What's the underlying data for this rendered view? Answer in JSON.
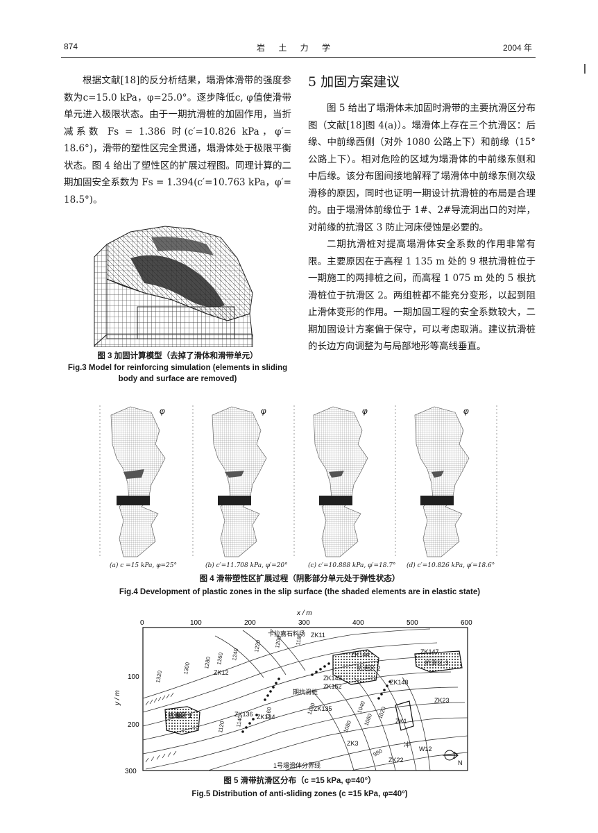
{
  "header": {
    "page_number": "874",
    "journal": "岩 土 力 学",
    "year": "2004 年"
  },
  "left_column": {
    "paragraph": "根据文献[18]的反分析结果，塌滑体滑带的强度参数为c=15.0 kPa，φ=25.0°。逐步降低c, φ值使滑带单元进入极限状态。由于一期抗滑桩的加固作用，当折减系数 Fs = 1.386 时(c′=10.826 kPa，φ′= 18.6°)，滑带的塑性区完全贯通，塌滑体处于极限平衡状态。图 4 给出了塑性区的扩展过程图。同理计算的二期加固安全系数为 Fs = 1.394(c′=10.763 kPa，φ′= 18.5°)。"
  },
  "figure3": {
    "caption_cn": "图 3   加固计算模型（去掉了滑体和滑带单元）",
    "caption_en": "Fig.3   Model for reinforcing simulation (elements in sliding body and surface are removed)"
  },
  "section5": {
    "heading": "5   加固方案建议",
    "paragraphs": [
      "图 5 给出了塌滑体未加固时滑带的主要抗滑区分布图（文献[18]图 4(a)）。塌滑体上存在三个抗滑区：后缘、中前缘西侧（对外 1080 公路上下）和前缘（15°公路上下）。相对危险的区域为塌滑体的中前缘东侧和中后缘。该分布图间接地解释了塌滑体中前缘东侧次级滑移的原因，同时也证明一期设计抗滑桩的布局是合理的。由于塌滑体前缘位于 1#、2#导流洞出口的对岸，对前缘的抗滑区 3 防止河床侵蚀是必要的。",
      "二期抗滑桩对提高塌滑体安全系数的作用非常有限。主要原因在于高程 1 135 m 处的 9 根抗滑桩位于一期施工的两排桩之间，而高程 1 075 m 处的 5 根抗滑桩位于抗滑区 2。两组桩都不能充分变形，以起到阻止滑体变形的作用。一期加固工程的安全系数较大，二期加固设计方案偏于保守，可以考虑取消。建议抗滑桩的长边方向调整为与局部地形等高线垂直。"
    ]
  },
  "figure4": {
    "panel_symbol": "φ",
    "subcaptions": [
      "(a) c =15 kPa, φ=25°",
      "(b)  c′=11.708 kPa, φ′=20°",
      "(c)  c′=10.888 kPa, φ′=18.7°",
      "(d)  c′=10.826 kPa, φ′=18.6°"
    ],
    "caption_cn": "图 4   滑带塑性区扩展过程（阴影部分单元处于弹性状态）",
    "caption_en": "Fig.4   Development of plastic zones in the slip surface (the shaded elements are in elastic state)"
  },
  "figure5": {
    "x_axis_label": "x / m",
    "y_axis_label": "y / m",
    "x_ticks": [
      "0",
      "100",
      "200",
      "300",
      "400",
      "500",
      "600"
    ],
    "y_ticks": [
      "100",
      "200",
      "300"
    ],
    "contour_labels": [
      "1320",
      "1300",
      "1280",
      "1260",
      "1240",
      "1220",
      "1200",
      "1180",
      "1160",
      "1140",
      "1120",
      "1100",
      "1080",
      "1060",
      "1040",
      "1020",
      "980"
    ],
    "annotations": [
      "卡拉嘉石料场",
      "ZK11",
      "ZK12",
      "ZK144",
      "抗滑区 2",
      "ZK142",
      "ZK147",
      "ZK152",
      "抗滑区 3",
      "ZK148",
      "期抗滑桩",
      "ZK135",
      "抗滑区 1",
      "ZK136",
      "ZK134",
      "ZK23",
      "ZK1",
      "W12",
      "ZK3",
      "ZK22",
      "冲",
      "1号塌滑体分界线",
      "N"
    ],
    "caption_cn": "图 5   滑带抗滑区分布（c =15 kPa, φ=40°）",
    "caption_en": "Fig.5   Distribution of anti-sliding zones (c =15 kPa, φ=40°)"
  }
}
